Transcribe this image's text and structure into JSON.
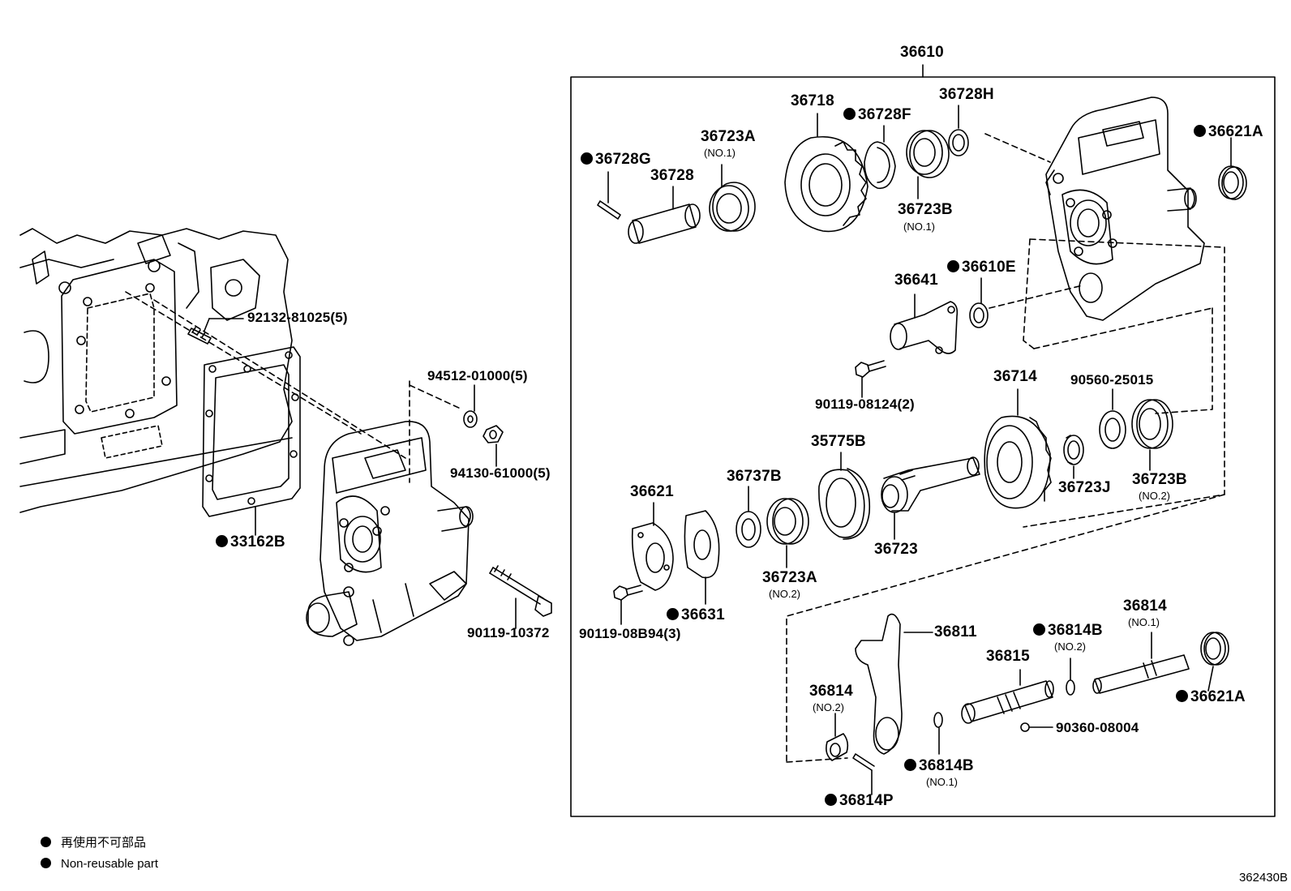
{
  "figure_number": "362430B",
  "assembly_label": "36610",
  "legend": {
    "line_jp": "再使用不可部品",
    "line_en": "Non-reusable part"
  },
  "parts": {
    "p36610": "36610",
    "p36718": "36718",
    "p36728F": "36728F",
    "p36728H": "36728H",
    "p36621A_top": "36621A",
    "p36728G": "36728G",
    "p36728": "36728",
    "p36723A_1": "36723A",
    "p36723A_1_note": "(NO.1)",
    "p36723B_1": "36723B",
    "p36723B_1_note": "(NO.1)",
    "p36641": "36641",
    "p36610E": "36610E",
    "p90119_08124": "90119-08124(2)",
    "p36714": "36714",
    "p90560_25015": "90560-25015",
    "p35775B": "35775B",
    "p36737B": "36737B",
    "p36621": "36621",
    "p36723J": "36723J",
    "p36723B_2": "36723B",
    "p36723B_2_note": "(NO.2)",
    "p36723": "36723",
    "p36723A_2": "36723A",
    "p36723A_2_note": "(NO.2)",
    "p36631": "36631",
    "p90119_08B94": "90119-08B94(3)",
    "p36811": "36811",
    "p36814B_2": "36814B",
    "p36814B_2_note": "(NO.2)",
    "p36814_1": "36814",
    "p36814_1_note": "(NO.1)",
    "p36815": "36815",
    "p36814_2": "36814",
    "p36814_2_note": "(NO.2)",
    "p36621A_bot": "36621A",
    "p90360_08004": "90360-08004",
    "p36814B_1": "36814B",
    "p36814B_1_note": "(NO.1)",
    "p36814P": "36814P",
    "p92132_81025": "92132-81025(5)",
    "p94512_01000": "94512-01000(5)",
    "p94130_61000": "94130-61000(5)",
    "p33162B": "33162B",
    "p90119_10372": "90119-10372"
  }
}
